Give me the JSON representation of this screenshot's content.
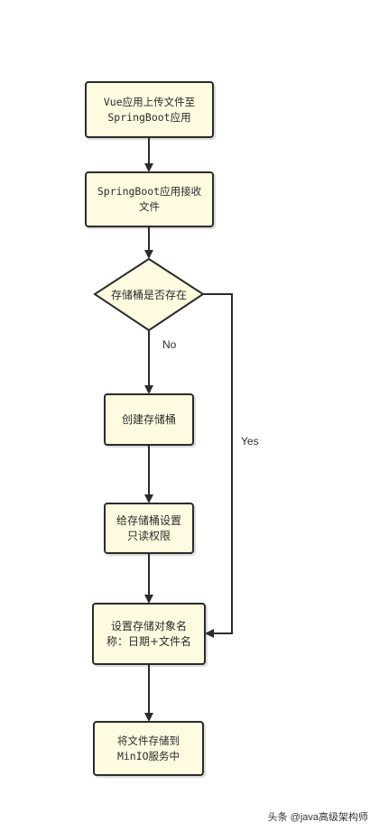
{
  "flowchart": {
    "nodes": {
      "upload": "Vue应用上传文件至\nSpringBoot应用",
      "receive": "SpringBoot应用接收\n文件",
      "bucket_exists": "存储桶是否存在",
      "create_bucket": "创建存储桶",
      "set_readonly": "给存储桶设置\n只读权限",
      "set_object_name": "设置存储对象名\n称：日期+文件名",
      "store_file": "将文件存储到\nMinIO服务中"
    },
    "edges": {
      "no_label": "No",
      "yes_label": "Yes"
    }
  },
  "watermark": "头条 @java高级架构师",
  "colors": {
    "node_fill": "#fefbe0",
    "stroke": "#2b2b2b"
  }
}
